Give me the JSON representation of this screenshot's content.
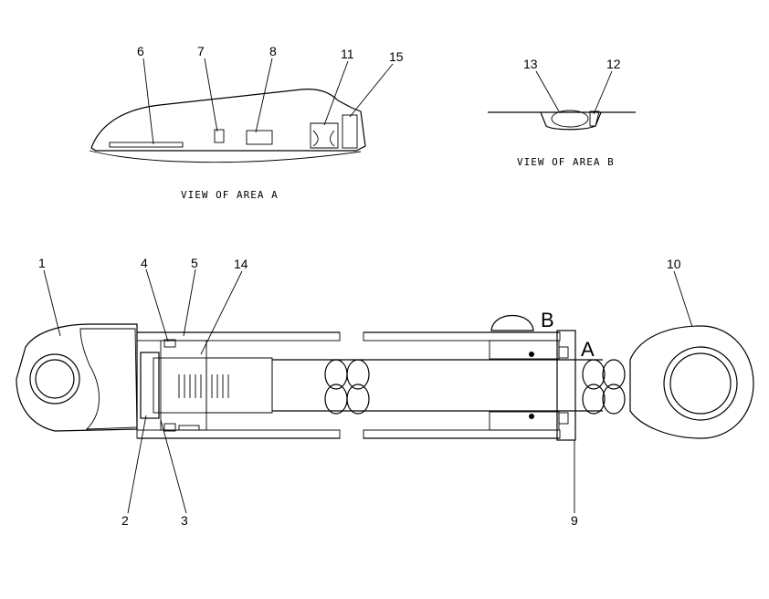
{
  "views": {
    "area_a_caption": "VIEW OF AREA A",
    "area_b_caption": "VIEW OF AREA B"
  },
  "callouts": [
    "1",
    "2",
    "3",
    "4",
    "5",
    "6",
    "7",
    "8",
    "9",
    "10",
    "11",
    "12",
    "13",
    "14",
    "15"
  ],
  "area_marks": {
    "a": "A",
    "b": "B"
  }
}
